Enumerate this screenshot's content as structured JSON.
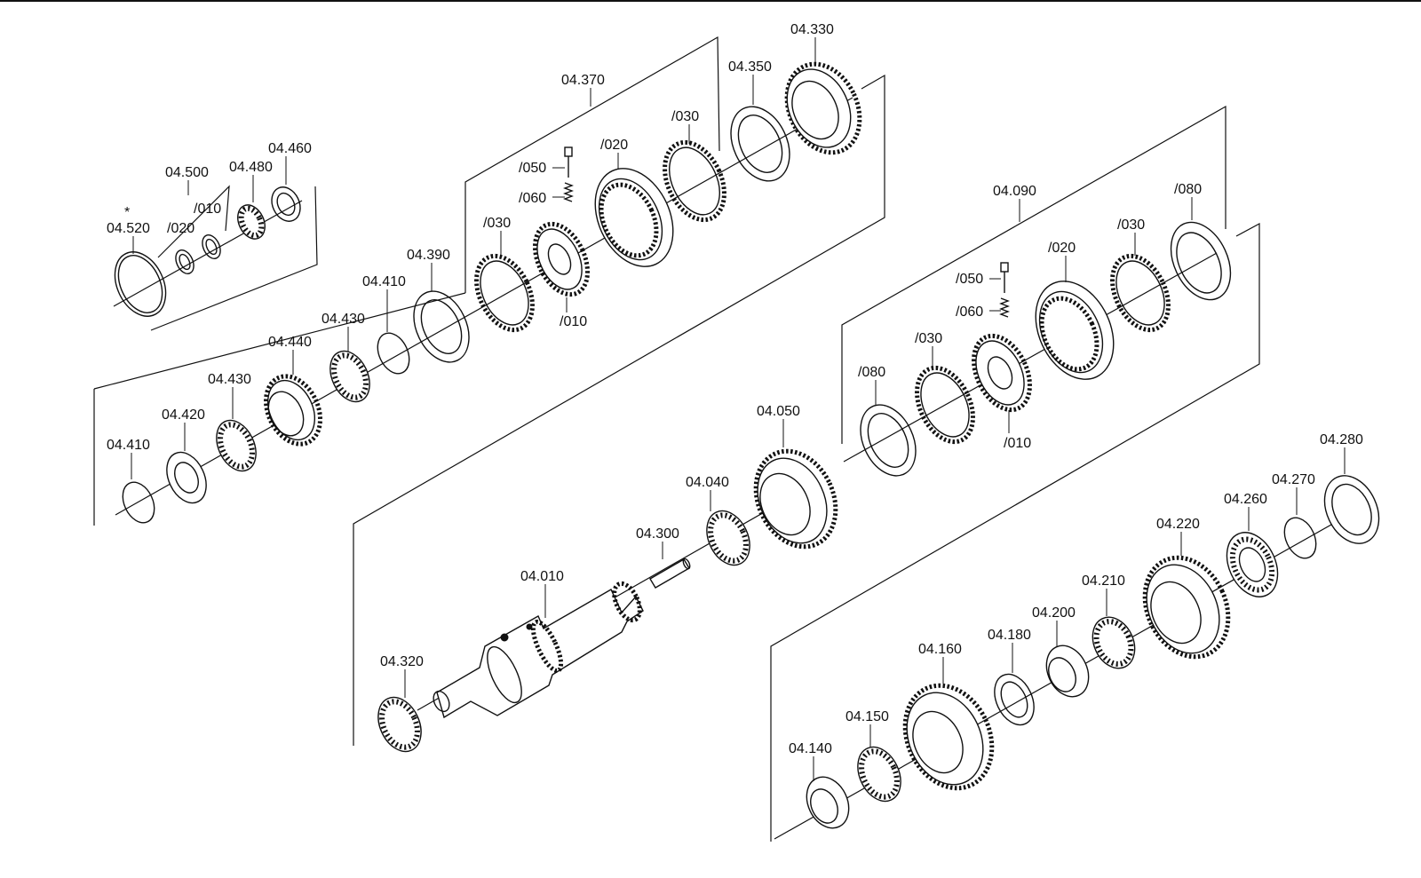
{
  "labels": {
    "l_04520": "04.520",
    "l_04500": "04.500",
    "l_04480": "04.480",
    "l_04460": "04.460",
    "l_020_a": "/020",
    "l_010_a": "/010",
    "l_asterisk": "*",
    "l_04370": "04.370",
    "l_04350": "04.350",
    "l_04330": "04.330",
    "l_030_b": "/030",
    "l_020_b": "/020",
    "l_050_b": "/050",
    "l_060_b": "/060",
    "l_030_b2": "/030",
    "l_010_b": "/010",
    "l_04390": "04.390",
    "l_04410_a": "04.410",
    "l_04430_a": "04.430",
    "l_04440": "04.440",
    "l_04430_b": "04.430",
    "l_04420": "04.420",
    "l_04410_b": "04.410",
    "l_04090": "04.090",
    "l_080_c": "/080",
    "l_030_c": "/030",
    "l_020_c": "/020",
    "l_050_c": "/050",
    "l_060_c": "/060",
    "l_030_c2": "/030",
    "l_080_c2": "/080",
    "l_010_c": "/010",
    "l_04050": "04.050",
    "l_04040": "04.040",
    "l_04300": "04.300",
    "l_04010": "04.010",
    "l_04320": "04.320",
    "l_04280": "04.280",
    "l_04270": "04.270",
    "l_04260": "04.260",
    "l_04220": "04.220",
    "l_04210": "04.210",
    "l_04200": "04.200",
    "l_04180": "04.180",
    "l_04160": "04.160",
    "l_04150": "04.150",
    "l_04140": "04.140"
  }
}
